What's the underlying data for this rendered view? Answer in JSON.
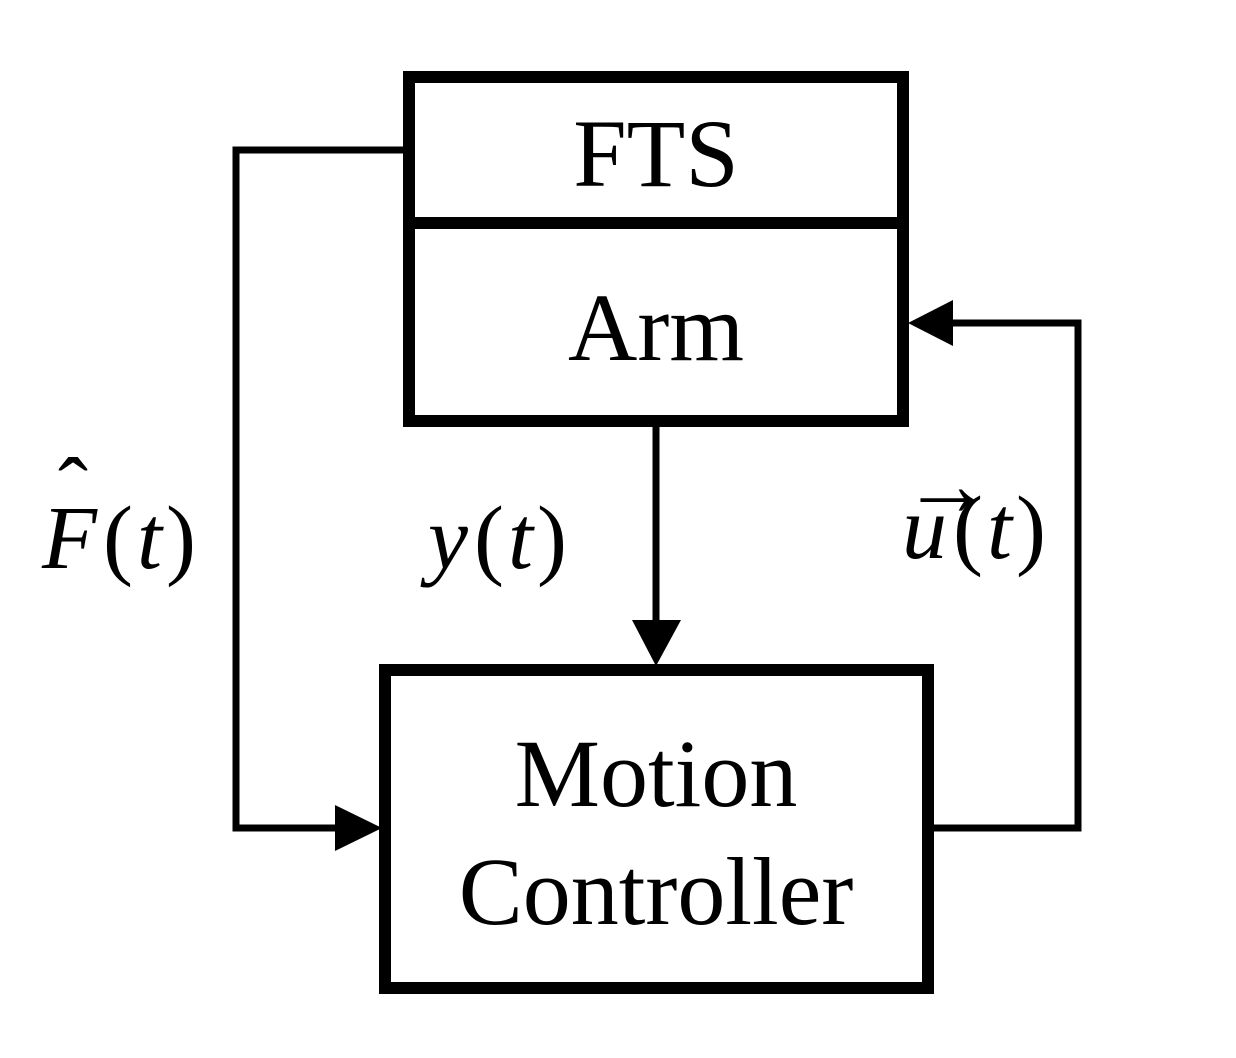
{
  "diagram": {
    "blocks": {
      "fts": {
        "label": "FTS"
      },
      "arm": {
        "label": "Arm"
      },
      "motion_controller": {
        "label_line1": "Motion",
        "label_line2": "Controller"
      }
    },
    "signals": {
      "force_estimate": {
        "symbol": "F",
        "hat": "ˆ",
        "open_paren": "(",
        "arg": "t",
        "close_paren": ")"
      },
      "output": {
        "symbol": "y",
        "open_paren": "(",
        "arg": "t",
        "close_paren": ")"
      },
      "control": {
        "symbol": "u",
        "vector_mark": "→",
        "open_paren": "(",
        "arg": "t",
        "close_paren": ")"
      }
    },
    "colors": {
      "stroke": "#000000",
      "background": "#ffffff"
    }
  }
}
